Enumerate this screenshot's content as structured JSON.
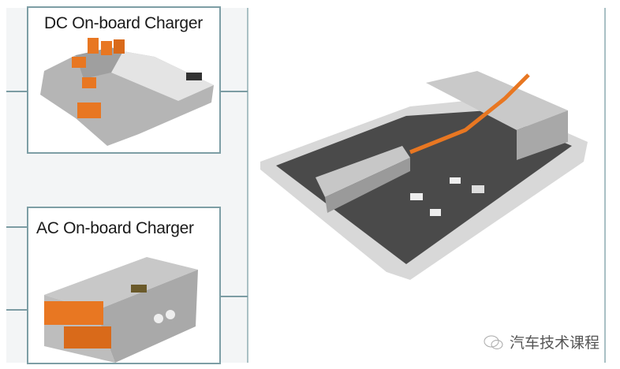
{
  "dc_charger": {
    "title": "DC On-board Charger"
  },
  "ac_charger": {
    "title": "AC On-board Charger"
  },
  "battery_pack": {},
  "watermark": {
    "text": "汽车技术课程",
    "icon": "wechat-icon"
  },
  "colors": {
    "frame": "#7d9ea5",
    "accent": "#e87722",
    "panel": "#f3f5f6",
    "housing": "#b9b9b9"
  }
}
